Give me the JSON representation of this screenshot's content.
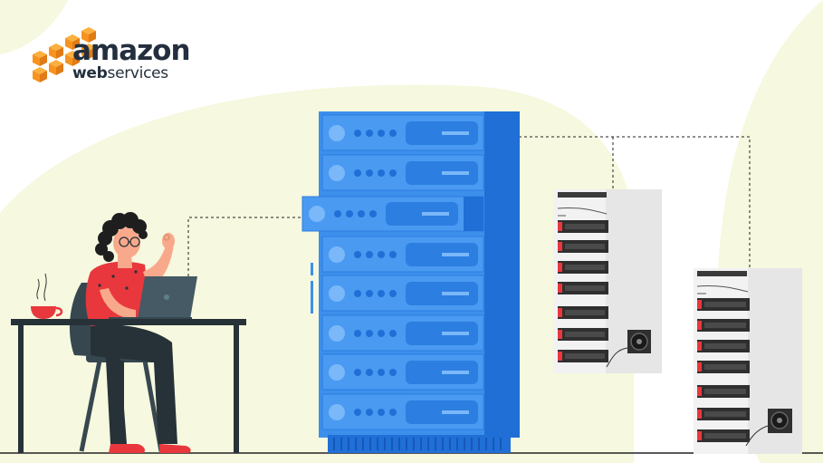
{
  "logo": {
    "wordmark": "amazon",
    "sub_bold": "web",
    "sub_light": "services"
  },
  "colors": {
    "aws_orange": "#f7931e",
    "aws_ink": "#232f3e",
    "server_blue": "#3d8fec",
    "server_dark_blue": "#1f6fd6",
    "backdrop_cream": "#f6f8df",
    "accent_red": "#e8383d"
  },
  "icons": [
    "aws-cube-logo",
    "laptop-icon",
    "coffee-cup-icon",
    "fan-icon"
  ]
}
